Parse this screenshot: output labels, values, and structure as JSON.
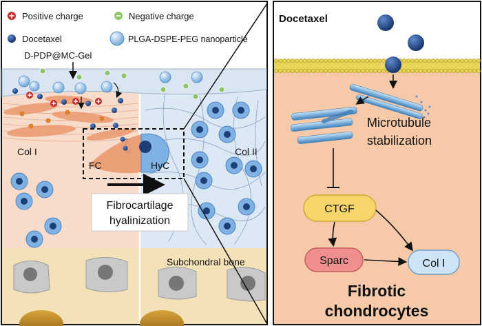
{
  "legend": {
    "positive_charge": "Positive charge",
    "negative_charge": "Negative charge",
    "docetaxel": "Docetaxel",
    "nanoparticle": "PLGA-DSPE-PEG nanoparticle"
  },
  "left_panel": {
    "gel_label": "D-PDP@MC-Gel",
    "col1": "Col I",
    "col2": "Col II",
    "fc": "FC",
    "hyc": "HyC",
    "transition_line1": "Fibrocartilage",
    "transition_line2": "hyalinization",
    "subchondral": "Subchondral bone"
  },
  "right_panel": {
    "docetaxel": "Docetaxel",
    "microtubule_line1": "Microtubule",
    "microtubule_line2": "stabilization",
    "ctgf": "CTGF",
    "sparc": "Sparc",
    "col1": "Col I",
    "fibrotic_line1": "Fibrotic",
    "fibrotic_line2": "chondrocytes"
  },
  "colors": {
    "fibro_bg": "#f7dccc",
    "hyaline_bg": "#dde8f5",
    "bone_bg": "#f3e1b8",
    "right_bg": "#f6c9a8",
    "membrane": "#e9d55a",
    "docetaxel": "#24508f",
    "nanoparticle": "#9cc5e8",
    "ctgf": "#f6d66a",
    "sparc": "#ef8f8f",
    "col1_node": "#cfe3f6"
  }
}
